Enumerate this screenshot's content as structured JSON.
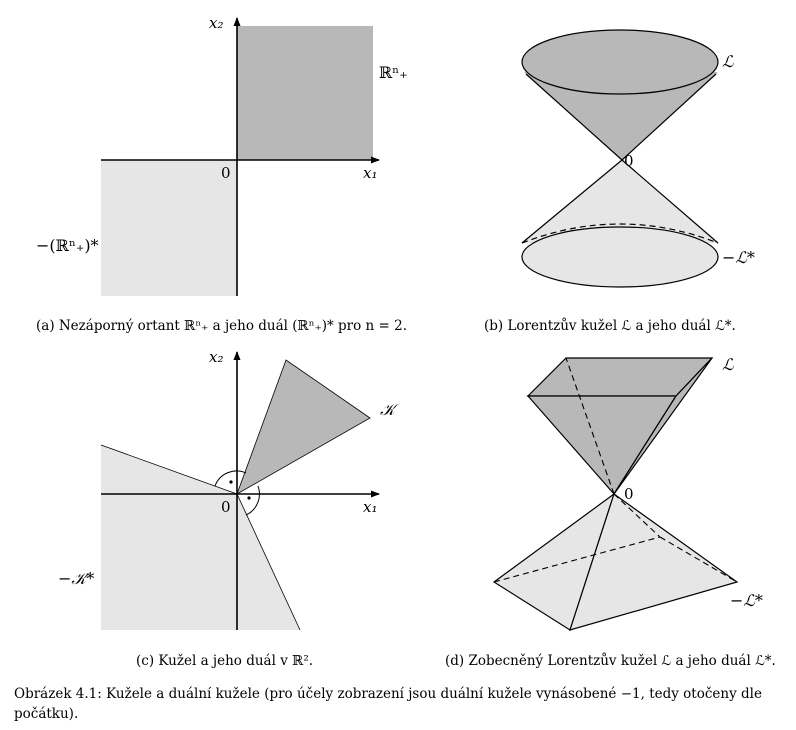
{
  "colors": {
    "dark_fill": "#b8b8b8",
    "light_fill": "#e6e6e6",
    "stroke": "#000000"
  },
  "panel_a": {
    "axis_x": "x₁",
    "axis_y": "x₂",
    "origin": "0",
    "orthant_label": "ℝⁿ₊",
    "dual_label": "−(ℝⁿ₊)*",
    "caption": "(a) Nezáporný ortant ℝⁿ₊ a jeho duál (ℝⁿ₊)* pro n = 2."
  },
  "panel_b": {
    "cone_label": "ℒ",
    "origin": "0",
    "dual_label": "−ℒ*",
    "caption": "(b) Lorentzův kužel ℒ a jeho duál ℒ*."
  },
  "panel_c": {
    "axis_x": "x₁",
    "axis_y": "x₂",
    "origin": "0",
    "cone_label": "𝒦",
    "dual_label": "−𝒦*",
    "caption": "(c) Kužel a jeho duál v ℝ²."
  },
  "panel_d": {
    "cone_label": "ℒ",
    "origin": "0",
    "dual_label": "−ℒ*",
    "caption": "(d) Zobecněný Lorentzův kužel ℒ a jeho duál ℒ*."
  },
  "figure_caption": "Obrázek 4.1: Kužele a duální kužele (pro účely zobrazení jsou duální kužele vynásobené −1, tedy otočeny dle počátku)."
}
